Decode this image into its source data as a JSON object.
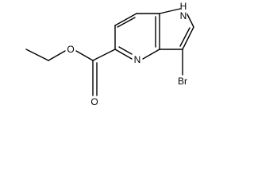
{
  "molecule": {
    "atoms": {
      "nh": "N",
      "nh_h": "H",
      "ring_n": "N",
      "bromine": "Br",
      "ester_o": "O",
      "carbonyl_o": "O"
    }
  },
  "colors": {
    "bond": "#000000",
    "label": "#000000",
    "background": "#ffffff"
  }
}
